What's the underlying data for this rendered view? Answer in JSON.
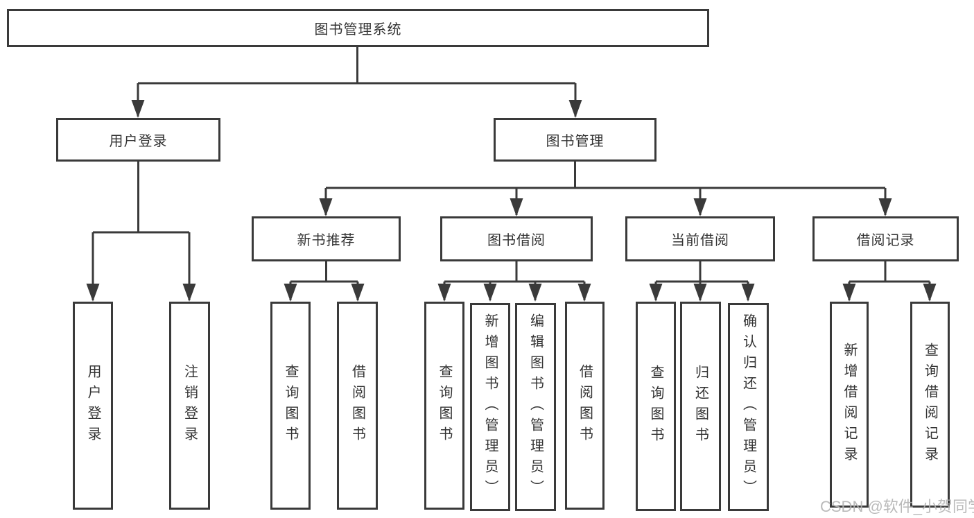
{
  "diagram": {
    "root": {
      "label": "图书管理系统"
    },
    "children": [
      {
        "label": "用户登录",
        "children": [
          {
            "label": "用户登录"
          },
          {
            "label": "注销登录"
          }
        ]
      },
      {
        "label": "图书管理",
        "children": [
          {
            "label": "新书推荐",
            "children": [
              {
                "label": "查询图书"
              },
              {
                "label": "借阅图书"
              }
            ]
          },
          {
            "label": "图书借阅",
            "children": [
              {
                "label": "查询图书"
              },
              {
                "label": "新增图书（管理员）"
              },
              {
                "label": "编辑图书（管理员）"
              },
              {
                "label": "借阅图书"
              }
            ]
          },
          {
            "label": "当前借阅",
            "children": [
              {
                "label": "查询图书"
              },
              {
                "label": "归还图书"
              },
              {
                "label": "确认归还（管理员）"
              }
            ]
          },
          {
            "label": "借阅记录",
            "children": [
              {
                "label": "新增借阅记录"
              },
              {
                "label": "查询借阅记录"
              }
            ]
          }
        ]
      }
    ]
  },
  "watermark": {
    "text": "CSDN @软件_小贺同学"
  },
  "colors": {
    "line": "#3a3a3a",
    "text": "#333333",
    "box_fill": "#ffffff",
    "watermark": "#b3b3b3"
  }
}
